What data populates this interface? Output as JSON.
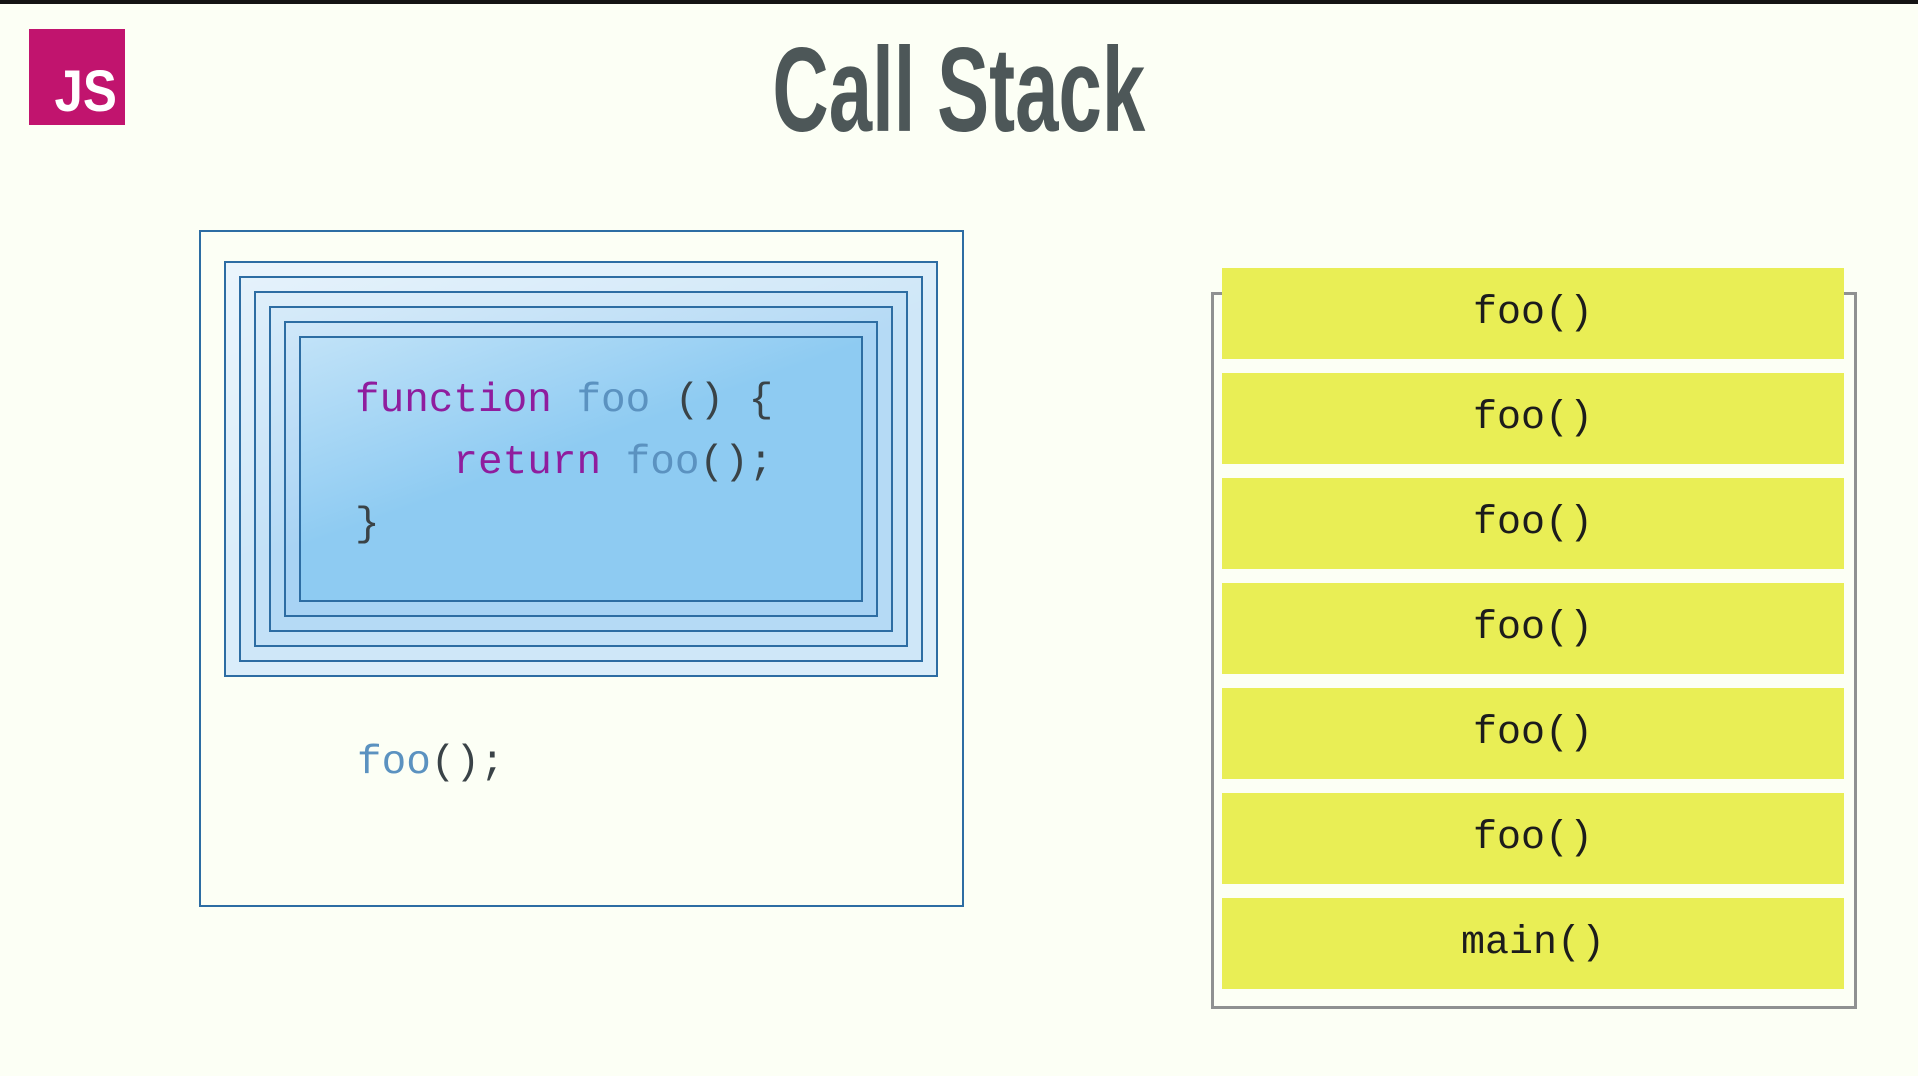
{
  "page": {
    "background": "#fcfff5",
    "top_bar_color": "#141414"
  },
  "logo": {
    "text": "JS",
    "bg_color": "#c1146e",
    "text_color": "#ffffff"
  },
  "title": {
    "text": "Call Stack",
    "color": "#4d5758"
  },
  "code_panel": {
    "border_color": "#2d6da3",
    "ring_fills": [
      "#daedfa",
      "#cfe7f8",
      "#c3e1f7",
      "#b5daf5",
      "#a8d3f4",
      "#8ecbf2"
    ],
    "colors": {
      "keyword": "#8f1d9e",
      "func": "#5b92c0",
      "punct": "#3a4347"
    },
    "code_lines": [
      [
        {
          "t": "function",
          "c": "keyword"
        },
        {
          "t": " ",
          "c": "punct"
        },
        {
          "t": "foo",
          "c": "func"
        },
        {
          "t": " () {",
          "c": "punct"
        }
      ],
      [
        {
          "t": "    ",
          "c": "punct"
        },
        {
          "t": "return",
          "c": "keyword"
        },
        {
          "t": " ",
          "c": "punct"
        },
        {
          "t": "foo",
          "c": "func"
        },
        {
          "t": "();",
          "c": "punct"
        }
      ],
      [
        {
          "t": "}",
          "c": "punct"
        }
      ]
    ],
    "call_line": [
      {
        "t": "foo",
        "c": "func"
      },
      {
        "t": "();",
        "c": "punct"
      }
    ]
  },
  "stack_panel": {
    "border_color": "#8f9191",
    "bar_color": "#e9ee55",
    "text_color": "#1c1c1c",
    "items": [
      "foo()",
      "foo()",
      "foo()",
      "foo()",
      "foo()",
      "foo()",
      "main()"
    ]
  }
}
